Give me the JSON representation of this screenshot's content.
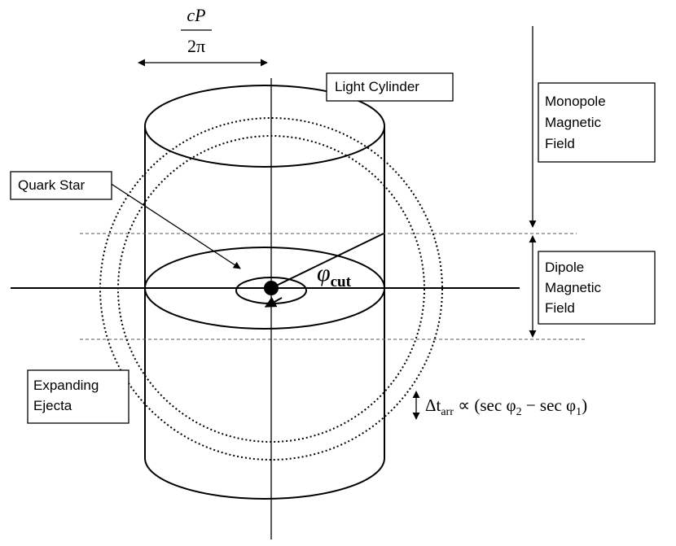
{
  "labels": {
    "light_cylinder": "Light Cylinder",
    "quark_star": "Quark Star",
    "expanding_ejecta_line1": "Expanding",
    "expanding_ejecta_line2": "Ejecta",
    "monopole_line1": "Monopole",
    "monopole_line2": "Magnetic",
    "monopole_line3": "Field",
    "dipole_line1": "Dipole",
    "dipole_line2": "Magnetic",
    "dipole_line3": "Field"
  },
  "math": {
    "width_numerator": "cP",
    "width_denominator": "2π",
    "phi_symbol": "φ",
    "phi_subscript": "cut",
    "delta_t": "Δt",
    "delta_t_subscript": "arr",
    "proportional_expr_start": " ∝ (sec φ",
    "sub_2": "2",
    "minus_sec": " − sec φ",
    "sub_1": "1",
    "close_paren": ")"
  }
}
